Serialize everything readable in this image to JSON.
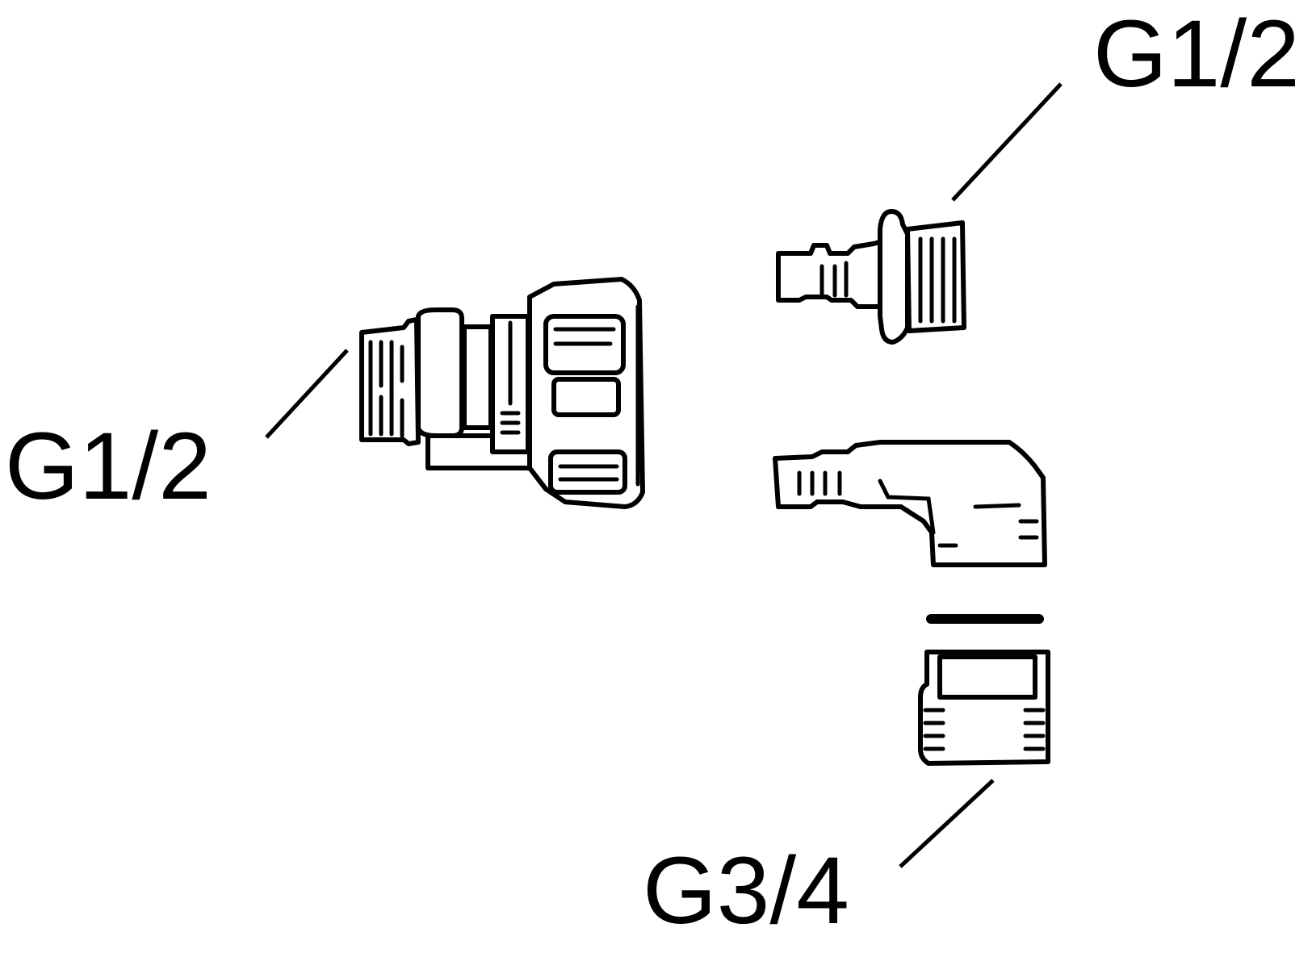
{
  "colors": {
    "ink": "#000000",
    "background": "#ffffff"
  },
  "callouts": {
    "left_fitting": "G1/2",
    "top_right_nipple": "G1/2",
    "bottom_right_nut": "G3/4"
  }
}
